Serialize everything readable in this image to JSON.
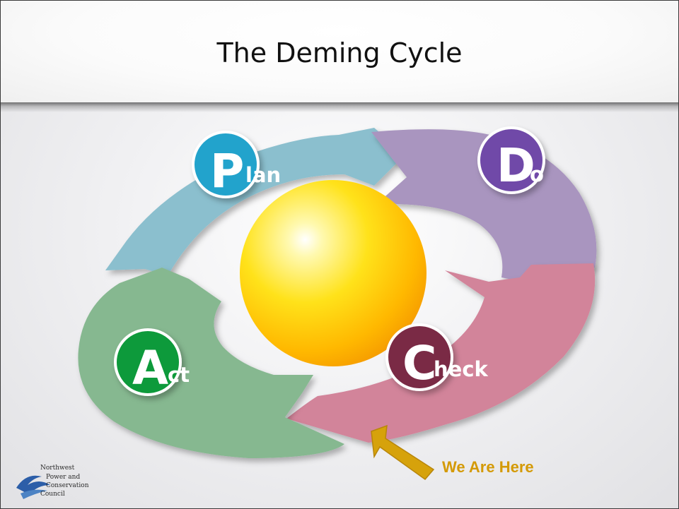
{
  "slide": {
    "title": "The Deming Cycle"
  },
  "cycle": [
    {
      "key": "plan",
      "initial": "P",
      "rest": "lan",
      "badge_color": "#21a3cc",
      "arrow_color": "#8bbfce"
    },
    {
      "key": "do",
      "initial": "D",
      "rest": "o",
      "badge_color": "#6f4aa8",
      "arrow_color": "#a995bf"
    },
    {
      "key": "check",
      "initial": "C",
      "rest": "heck",
      "badge_color": "#7a2a44",
      "arrow_color": "#d2849a"
    },
    {
      "key": "act",
      "initial": "A",
      "rest": "ct",
      "badge_color": "#119a3a",
      "arrow_color": "#86b890"
    }
  ],
  "pointer": {
    "label": "We Are Here",
    "color": "#d6a20b"
  },
  "logo": {
    "lines": [
      "Northwest",
      "Power and",
      "Conservation",
      "Council"
    ]
  }
}
